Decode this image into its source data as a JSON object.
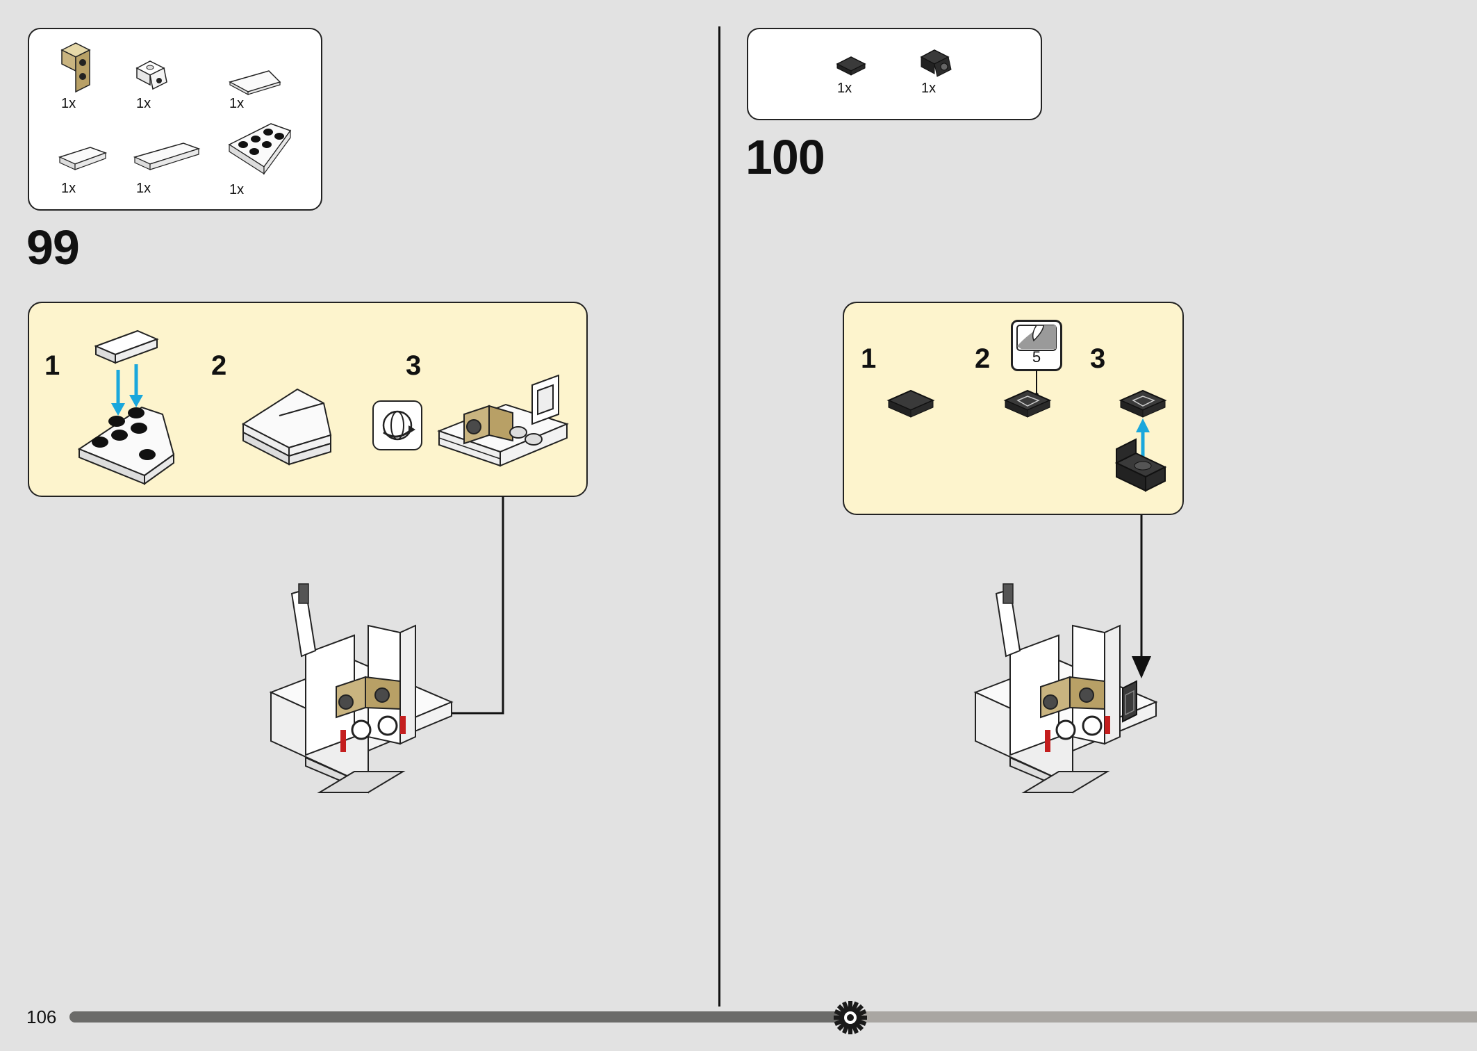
{
  "page": {
    "number": "106"
  },
  "step99": {
    "number": "99",
    "parts": [
      {
        "name": "tan-bracket-1x2",
        "qty": "1x"
      },
      {
        "name": "white-bracket-1x1",
        "qty": "1x"
      },
      {
        "name": "white-wedge-tile",
        "qty": "1x"
      },
      {
        "name": "white-tile-1x2",
        "qty": "1x"
      },
      {
        "name": "white-tile-1x3",
        "qty": "1x"
      },
      {
        "name": "white-wedge-plate-3x3",
        "qty": "1x"
      }
    ],
    "substeps": [
      "1",
      "2",
      "3"
    ]
  },
  "step100": {
    "number": "100",
    "parts": [
      {
        "name": "black-tile-1x1",
        "qty": "1x"
      },
      {
        "name": "black-bracket-1x1",
        "qty": "1x"
      }
    ],
    "substeps": [
      "1",
      "2",
      "3"
    ],
    "sticker": "5"
  },
  "progress": {
    "fraction": 0.555
  },
  "colors": {
    "background": "#e2e2e2",
    "callout": "#fdf4cd",
    "arrow_blue": "#1aa7dc",
    "tan": "#c9b480"
  }
}
